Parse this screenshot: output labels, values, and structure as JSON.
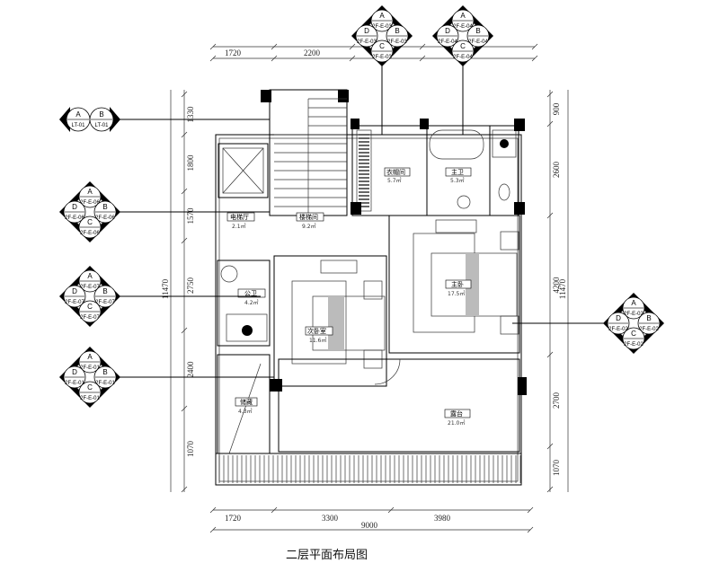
{
  "title": "二层平面布局图",
  "dimensions": {
    "top": [
      "1720",
      "2200"
    ],
    "bottom": [
      "1720",
      "3300",
      "3980"
    ],
    "bottom_total": "9000",
    "left": [
      "1330",
      "1800",
      "1570",
      "2750",
      "2400",
      "1070"
    ],
    "left_total": "11470",
    "right": [
      "900",
      "2600",
      "4200",
      "2700",
      "1070"
    ],
    "right_total": "11470"
  },
  "rooms": [
    {
      "name": "衣帽间",
      "area": "5.7㎡"
    },
    {
      "name": "主卫",
      "area": "5.3㎡"
    },
    {
      "name": "电梯厅",
      "area": "2.1㎡"
    },
    {
      "name": "楼梯间",
      "area": "9.2㎡"
    },
    {
      "name": "公卫",
      "area": "4.2㎡"
    },
    {
      "name": "次卧室",
      "area": "11.6㎡"
    },
    {
      "name": "主卧",
      "area": "17.5㎡"
    },
    {
      "name": "储藏",
      "area": "4.3㎡"
    },
    {
      "name": "露台",
      "area": "21.0㎡"
    }
  ],
  "callouts": [
    {
      "id": "2f-e-03",
      "letters": [
        "A",
        "B",
        "C",
        "D"
      ],
      "codes": [
        "2F-E-03",
        "2F-E-03",
        "2F-E-03",
        "2F-E-03"
      ]
    },
    {
      "id": "2f-e-04",
      "letters": [
        "A",
        "B",
        "C",
        "D"
      ],
      "codes": [
        "2F-E-04",
        "2F-E-04",
        "2F-E-04",
        "2F-E-04"
      ]
    },
    {
      "id": "lt-01",
      "letters": [
        "A",
        "B"
      ],
      "codes": [
        "LT-01",
        "LT-01"
      ]
    },
    {
      "id": "2f-e-06",
      "letters": [
        "A",
        "B",
        "C",
        "D"
      ],
      "codes": [
        "2F-E-06",
        "2F-E-06",
        "2F-E-06",
        "2F-E-06"
      ]
    },
    {
      "id": "2f-e-07",
      "letters": [
        "A",
        "B",
        "C",
        "D"
      ],
      "codes": [
        "2F-E-07",
        "2F-E-07",
        "2F-E-07",
        "2F-E-07"
      ]
    },
    {
      "id": "2f-e-01",
      "letters": [
        "A",
        "B",
        "C",
        "D"
      ],
      "codes": [
        "2F-E-01",
        "2F-E-01",
        "2F-E-01",
        "2F-E-01"
      ]
    },
    {
      "id": "2f-e-02",
      "letters": [
        "A",
        "B",
        "C",
        "D"
      ],
      "codes": [
        "2F-E-02",
        "2F-E-02",
        "2F-E-02",
        "2F-E-02"
      ]
    }
  ]
}
